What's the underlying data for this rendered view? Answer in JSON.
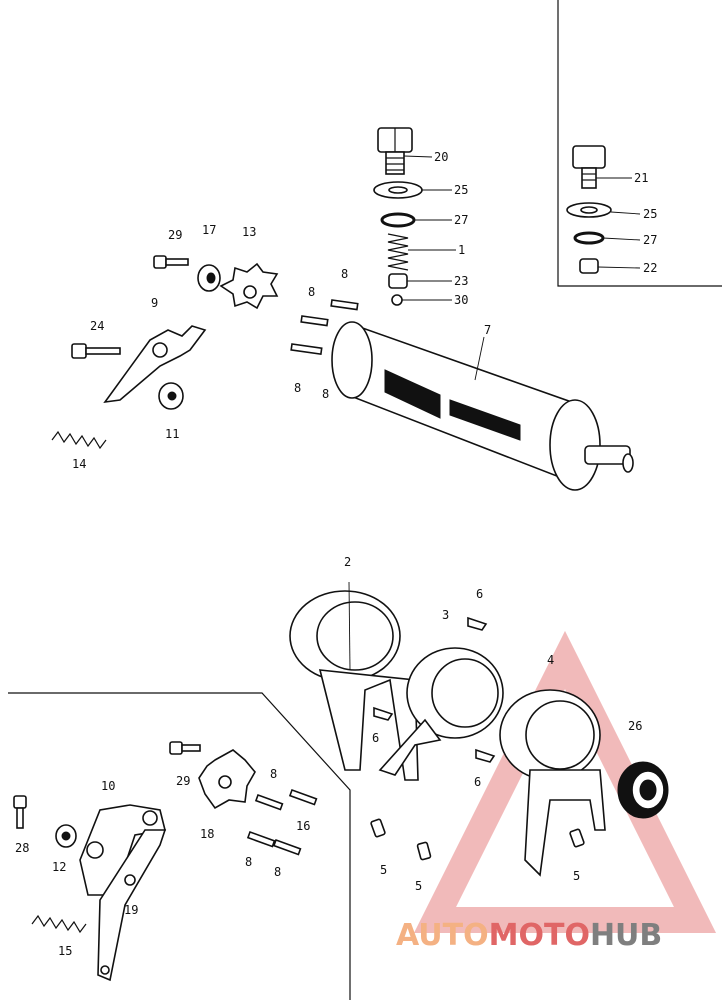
{
  "callouts": {
    "c20": "20",
    "c25a": "25",
    "c27a": "27",
    "c1": "1",
    "c23": "23",
    "c30": "30",
    "c21": "21",
    "c25b": "25",
    "c27b": "27",
    "c22": "22",
    "c29a": "29",
    "c17": "17",
    "c13": "13",
    "c9": "9",
    "c24": "24",
    "c11": "11",
    "c14": "14",
    "c8a": "8",
    "c8b": "8",
    "c8c": "8",
    "c8d": "8",
    "c7": "7",
    "c2": "2",
    "c3": "3",
    "c4": "4",
    "c6a": "6",
    "c6b": "6",
    "c6c": "6",
    "c26": "26",
    "c5a": "5",
    "c5b": "5",
    "c5c": "5",
    "c10": "10",
    "c28": "28",
    "c12": "12",
    "c19": "19",
    "c15": "15",
    "c29b": "29",
    "c18": "18",
    "c8e": "8",
    "c16": "16",
    "c8f": "8",
    "c8g": "8"
  },
  "watermark": {
    "part1": "AUTO",
    "part2": "MOTO",
    "part3": "HUB"
  },
  "colors": {
    "line": "#111111",
    "wm_light": "#f4b183",
    "wm_red": "#e06666",
    "wm_grey": "#7f7f7f"
  }
}
